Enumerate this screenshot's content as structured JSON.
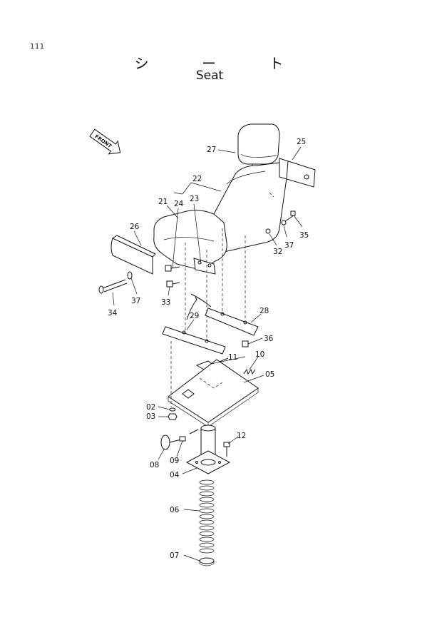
{
  "page_number": "111",
  "title_jp": "シ ー ト",
  "title_en": "Seat",
  "front_marker": "FRONT",
  "parts": [
    "27",
    "25",
    "22",
    "21",
    "23",
    "24",
    "26",
    "35",
    "37",
    "32",
    "34",
    "37",
    "33",
    "29",
    "28",
    "36",
    "10",
    "11",
    "05",
    "02",
    "03",
    "12",
    "08",
    "09",
    "04",
    "06",
    "07"
  ]
}
